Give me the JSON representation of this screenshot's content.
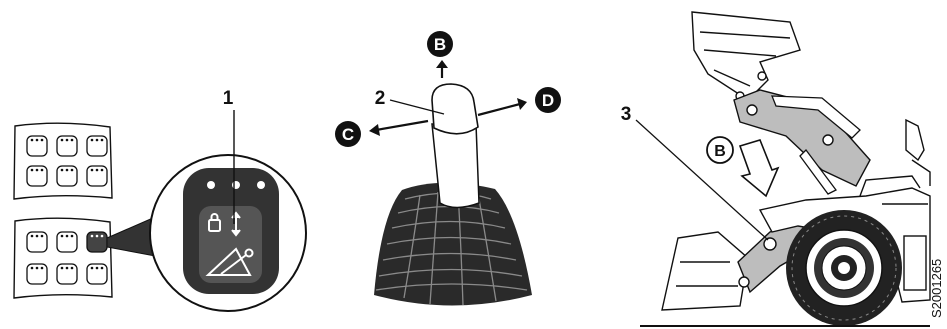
{
  "callouts": {
    "one": "1",
    "two": "2",
    "three": "3"
  },
  "directions": {
    "b": "B",
    "c": "C",
    "d": "D",
    "b_outline": "B"
  },
  "image_code": "S2001265",
  "colors": {
    "panel_dark": "#333333",
    "button_dark": "#555555",
    "line": "#111111"
  },
  "icons": {
    "button_symbol": "lock-boom-float-icon"
  }
}
